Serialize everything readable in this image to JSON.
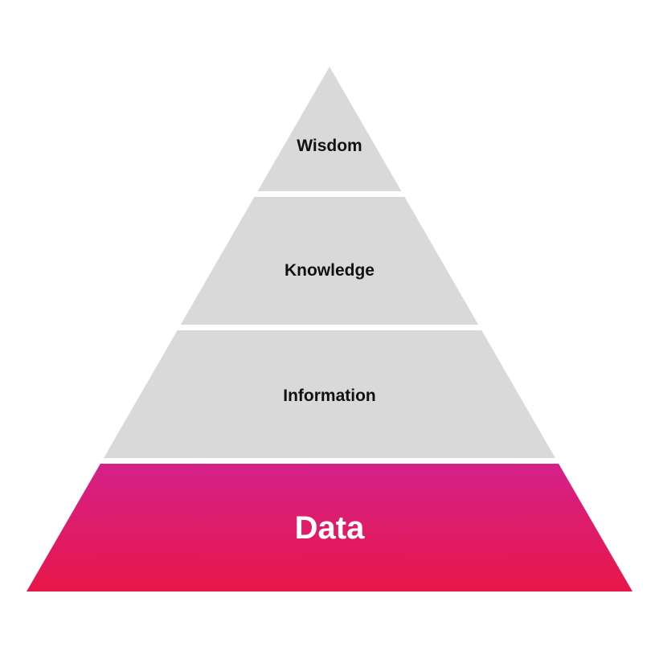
{
  "diagram": {
    "type": "pyramid",
    "layers": [
      {
        "label": "Wisdom",
        "fill": "#d9d9d9",
        "text_color": "#111111"
      },
      {
        "label": "Knowledge",
        "fill": "#d9d9d9",
        "text_color": "#111111"
      },
      {
        "label": "Information",
        "fill": "#d9d9d9",
        "text_color": "#111111"
      },
      {
        "label": "Data",
        "fill_top": "#d42189",
        "fill_bottom": "#e8174a",
        "text_color": "#ffffff"
      }
    ]
  }
}
